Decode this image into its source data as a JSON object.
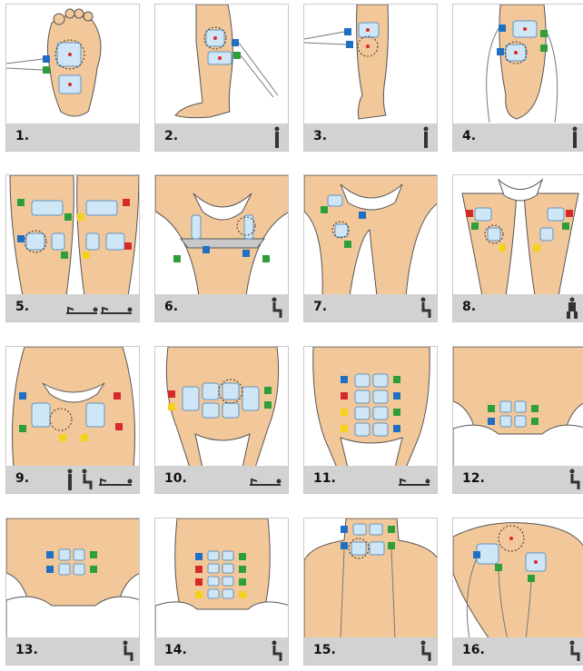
{
  "panels": [
    {
      "label": "1.",
      "positions": []
    },
    {
      "label": "2.",
      "positions": [
        "standing-icon"
      ]
    },
    {
      "label": "3.",
      "positions": [
        "standing-icon"
      ]
    },
    {
      "label": "4.",
      "positions": [
        "standing-icon"
      ]
    },
    {
      "label": "5.",
      "positions": [
        "lying-icon",
        "lying-icon"
      ]
    },
    {
      "label": "6.",
      "positions": [
        "sitting-icon"
      ]
    },
    {
      "label": "7.",
      "positions": [
        "sitting-icon"
      ]
    },
    {
      "label": "8.",
      "positions": [
        "sitting-front-icon"
      ]
    },
    {
      "label": "9.",
      "positions": [
        "standing-icon",
        "sitting-icon",
        "lying-icon"
      ]
    },
    {
      "label": "10.",
      "positions": [
        "lying-icon"
      ]
    },
    {
      "label": "11.",
      "positions": [
        "lying-icon"
      ]
    },
    {
      "label": "12.",
      "positions": [
        "sitting-icon"
      ]
    },
    {
      "label": "13.",
      "positions": [
        "sitting-icon"
      ]
    },
    {
      "label": "14.",
      "positions": [
        "sitting-icon"
      ]
    },
    {
      "label": "15.",
      "positions": [
        "sitting-icon"
      ]
    },
    {
      "label": "16.",
      "positions": [
        "sitting-icon"
      ]
    }
  ],
  "colors": {
    "skin": "#f2c89a",
    "skin_shadow": "#e0ad78",
    "pad": "#cfe6f6",
    "pad_border": "#5f95c4",
    "electrode_dot": "#e02424",
    "clip_blue": "#1f6fc4",
    "clip_green": "#2e9e3a",
    "clip_red": "#d42a2a",
    "clip_yellow": "#f2d21c",
    "bar": "#d2d2d2"
  }
}
